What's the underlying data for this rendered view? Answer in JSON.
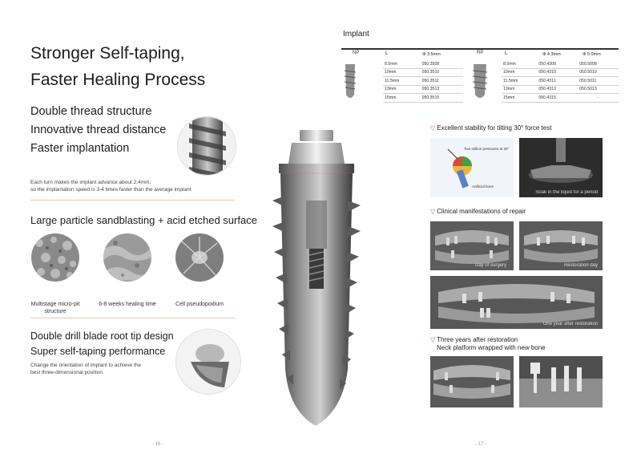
{
  "left": {
    "title_line1": "Stronger Self-taping,",
    "title_line2": "Faster Healing Process",
    "sec1": {
      "l1": "Double thread structure",
      "l2": "Innovative thread distance",
      "l3": "Faster implantation"
    },
    "sec1_desc": {
      "l1": "Each turn makes the implant advance about 2.4mm,",
      "l2": "so the implantation speed is 3-4 times faster than the average implant"
    },
    "sec2_title": "Large particle sandblasting + acid etched surface",
    "sec2_caps": {
      "c1": "Multistage micro-pit",
      "c1b": "structure",
      "c2": "6-8 weeks healing time",
      "c3": "Cell pseudopodium"
    },
    "sec3": {
      "l1": "Double drill blade root tip design",
      "l2": "Super self-taping performance"
    },
    "sec3_desc": {
      "l1": "Change the orientation of implant to achieve the",
      "l2": "best three-dimensional position"
    },
    "page": "- 16 -"
  },
  "right": {
    "implant_title": "Implant",
    "np": {
      "label": "NP",
      "col_l": "L",
      "col_d": "Φ 3.5mm",
      "rows": [
        [
          "8.5mm",
          "050.3508"
        ],
        [
          "10mm",
          "050.3510"
        ],
        [
          "11.5mm",
          "050.3511"
        ],
        [
          "13mm",
          "050.3513"
        ],
        [
          "15mm",
          "050.3515"
        ]
      ]
    },
    "rp": {
      "label": "RP",
      "col_l": "L",
      "col_d1": "Φ 4.3mm",
      "col_d2": "Φ 5.0mm",
      "rows": [
        [
          "8.5mm",
          "050.4308",
          "050.5008"
        ],
        [
          "10mm",
          "050.4310",
          "050.5010"
        ],
        [
          "11.5mm",
          "050.4311",
          "050.5011"
        ],
        [
          "13mm",
          "050.4313",
          "050.5013"
        ],
        [
          "15mm",
          "050.4315",
          "-"
        ]
      ]
    },
    "stab_title": "Excellent stability for tilting 30° force test",
    "stab_img1_label1": "Two million pressures at 30°",
    "stab_img1_label2": "Artificial bone",
    "stab_img2_label": "Soak in the liquid for a period",
    "repair_title": "Clinical manifestations of repair",
    "xray1": "Day of surgery",
    "xray2": "Restoration day",
    "xray3": "One year after restoration",
    "three_title1": "Three years after restoration",
    "three_title2": "Neck platform wrapped with new bone",
    "page": "- 17 -"
  }
}
